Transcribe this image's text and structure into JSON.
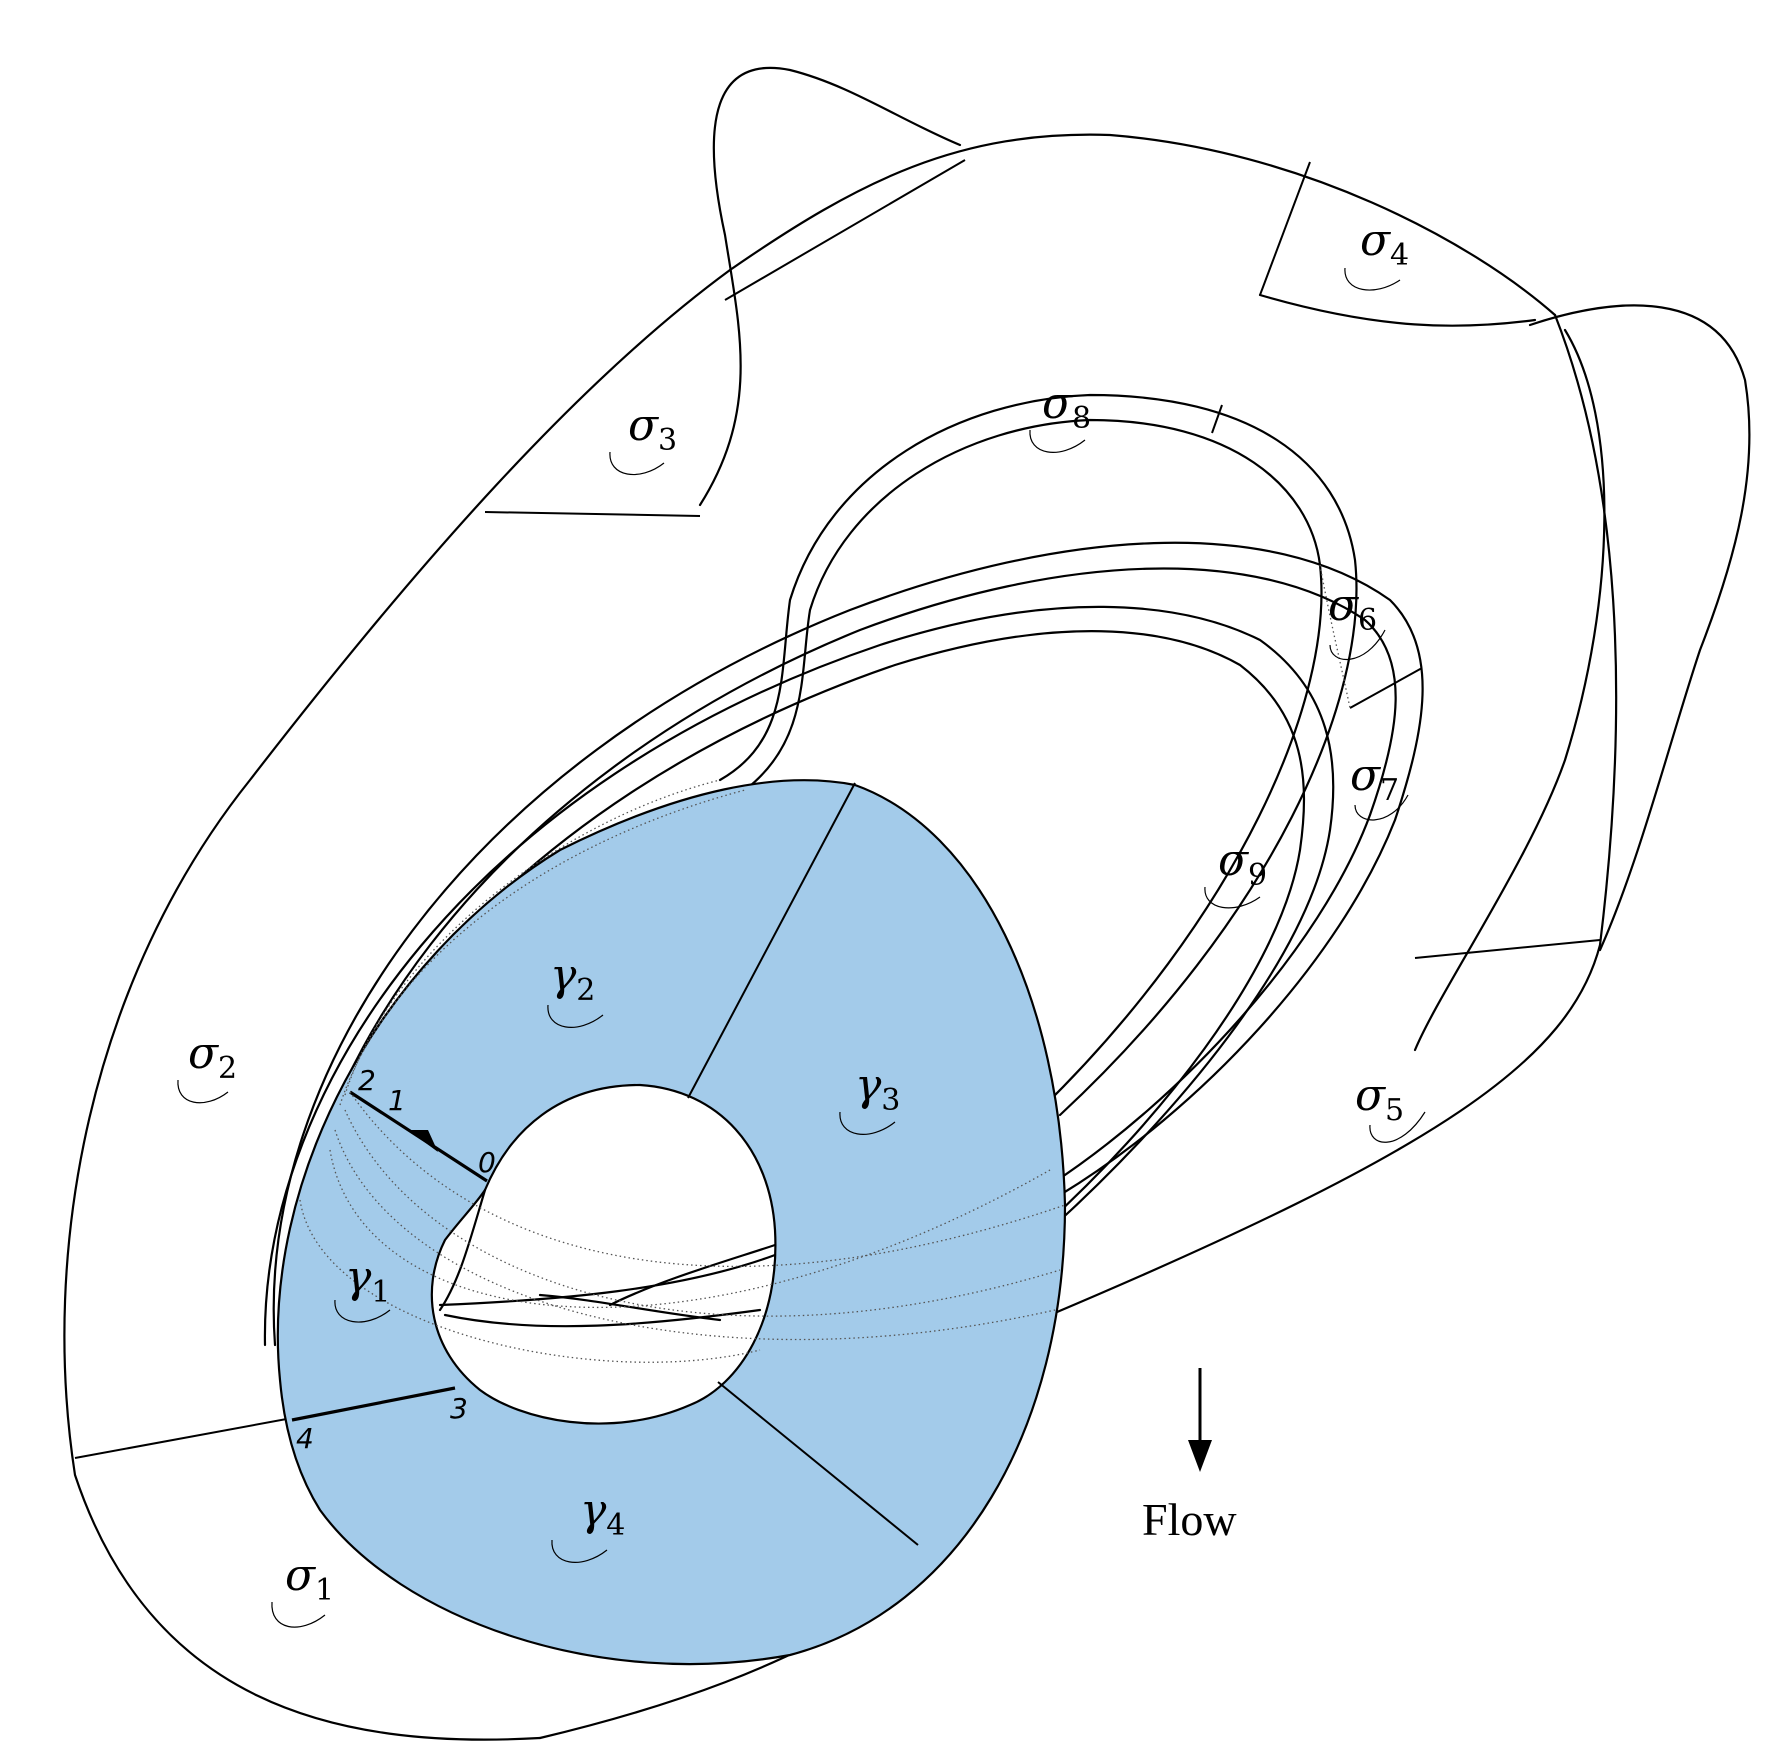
{
  "colors": {
    "disk_fill": "#a3cbea",
    "stroke": "#000000"
  },
  "regions": [
    {
      "id": "sigma1",
      "base": "σ",
      "sub": "1"
    },
    {
      "id": "sigma2",
      "base": "σ",
      "sub": "2"
    },
    {
      "id": "sigma3",
      "base": "σ",
      "sub": "3"
    },
    {
      "id": "sigma4",
      "base": "σ",
      "sub": "4"
    },
    {
      "id": "sigma5",
      "base": "σ",
      "sub": "5"
    },
    {
      "id": "sigma6",
      "base": "σ",
      "sub": "6"
    },
    {
      "id": "sigma7",
      "base": "σ",
      "sub": "7"
    },
    {
      "id": "sigma8",
      "base": "σ",
      "sub": "8"
    },
    {
      "id": "sigma9",
      "base": "σ",
      "sub": "9"
    },
    {
      "id": "gamma1",
      "base": "γ",
      "sub": "1"
    },
    {
      "id": "gamma2",
      "base": "γ",
      "sub": "2"
    },
    {
      "id": "gamma3",
      "base": "γ",
      "sub": "3"
    },
    {
      "id": "gamma4",
      "base": "γ",
      "sub": "4"
    }
  ],
  "points": [
    "0",
    "1",
    "2",
    "3",
    "4"
  ],
  "flow_label": "Flow"
}
